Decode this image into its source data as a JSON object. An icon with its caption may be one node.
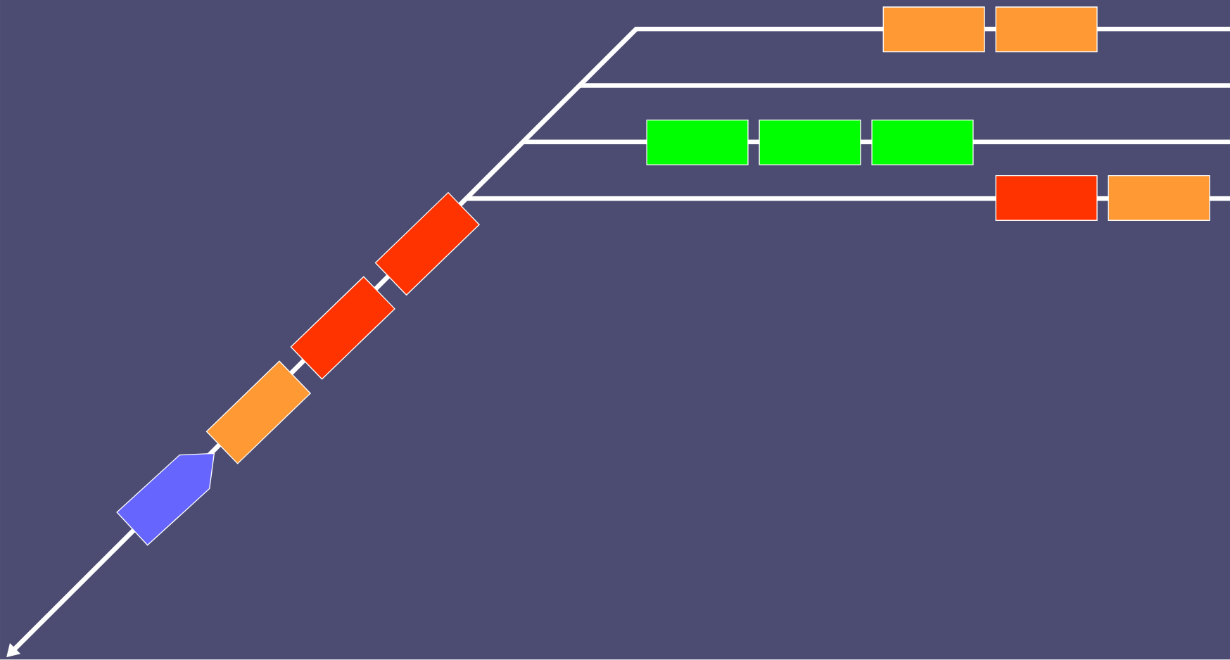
{
  "diagram": {
    "nodes": [
      {
        "text": [],
        "shape": "box"
      },
      {
        "text": [],
        "shape": "box"
      },
      {
        "text": [],
        "shape": "box"
      },
      {
        "text": [],
        "shape": "box"
      },
      {
        "text": [],
        "shape": "box"
      },
      {
        "text": [],
        "shape": "box"
      },
      {
        "text": [],
        "shape": "box"
      },
      {
        "text": [],
        "shape": "box"
      },
      {
        "text": [],
        "shape": "box"
      },
      {
        "text": [],
        "shape": "box"
      },
      {
        "text": [],
        "shape": "pentagon"
      }
    ]
  }
}
